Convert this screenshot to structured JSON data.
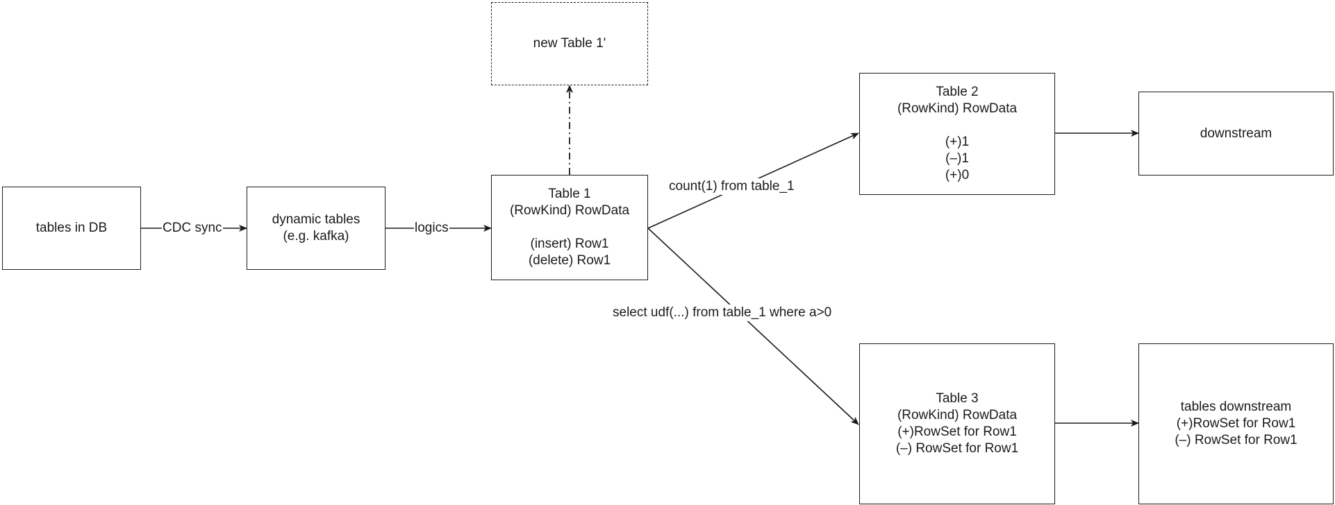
{
  "nodes": {
    "tables_in_db": {
      "lines": [
        "tables in DB"
      ]
    },
    "dynamic_tables": {
      "lines": [
        "dynamic tables",
        "(e.g. kafka)"
      ]
    },
    "table1": {
      "lines": [
        "Table 1",
        "(RowKind) RowData",
        "",
        "(insert) Row1",
        "(delete) Row1"
      ]
    },
    "new_table1": {
      "lines": [
        "new Table 1'"
      ]
    },
    "table2": {
      "lines": [
        "Table 2",
        "(RowKind) RowData",
        "",
        "(+)1",
        "(–)1",
        "(+)0"
      ]
    },
    "downstream": {
      "lines": [
        "downstream"
      ]
    },
    "table3": {
      "lines": [
        "Table 3",
        "(RowKind) RowData",
        "(+)RowSet for Row1",
        "(–) RowSet for Row1"
      ]
    },
    "tables_downstream": {
      "lines": [
        "tables downstream",
        "(+)RowSet for Row1",
        "(–) RowSet for Row1"
      ]
    }
  },
  "edges": {
    "cdc_sync": "CDC sync",
    "logics": "logics",
    "count": "count(1) from table_1",
    "select_udf": "select udf(...) from table_1 where a>0"
  },
  "colors": {
    "stroke": "#1a1a1a",
    "background": "#ffffff"
  }
}
